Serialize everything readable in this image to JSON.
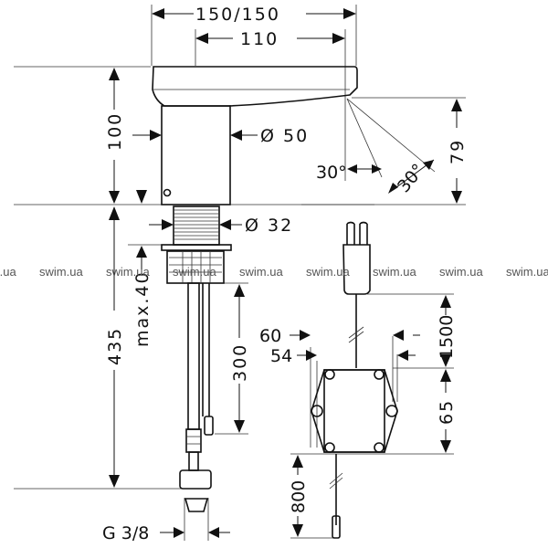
{
  "drawing": {
    "dimensions": {
      "overall_width": "150/150",
      "spout_reach": "110",
      "body_height": "100",
      "body_diameter": "Ø 50",
      "spout_clearance": "79",
      "spray_angle_1": "30°",
      "spray_angle_2": "30°",
      "shank_diameter": "Ø 32",
      "max_deck": "max.40",
      "total_depth": "435",
      "hose_length": "300",
      "connection": "G 3/8",
      "box_width_outer": "60",
      "box_width_inner": "54",
      "cable_length": "1500",
      "box_height": "65",
      "sensor_cable": "800"
    },
    "watermark": "swim.ua"
  }
}
